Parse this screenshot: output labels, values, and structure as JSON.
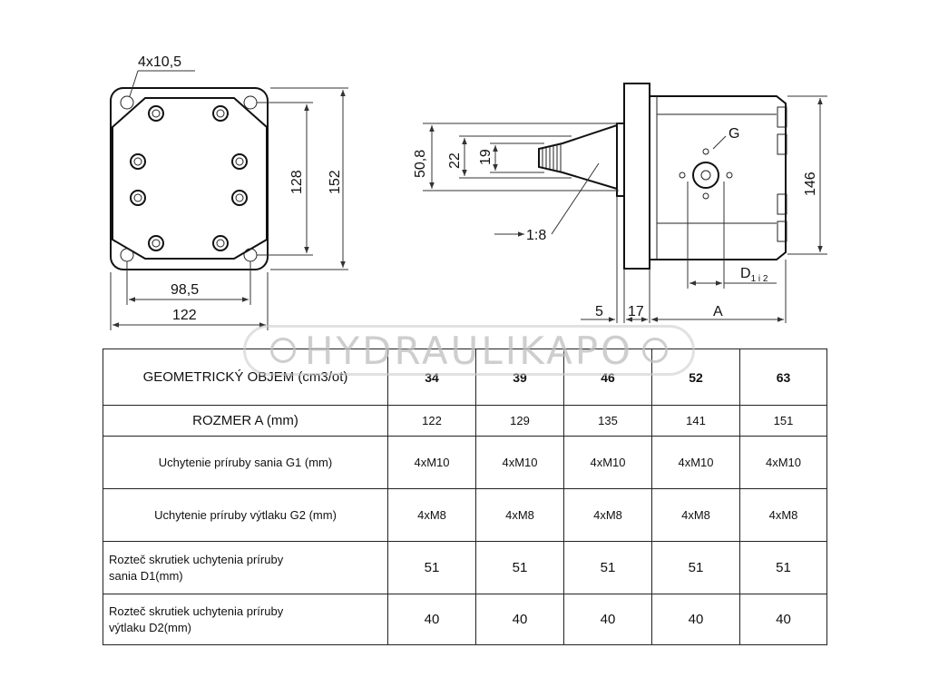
{
  "drawing": {
    "front_view": {
      "holes_label": "4x10,5",
      "dim_hole_spacing_v": "128",
      "dim_height": "152",
      "dim_hole_spacing_h": "98,5",
      "dim_width": "122"
    },
    "side_view": {
      "dim_50_8": "50,8",
      "dim_22": "22",
      "dim_19": "19",
      "taper": "1:8",
      "port": "G",
      "dim_146": "146",
      "d_label": "D",
      "d_sub": "1 i 2",
      "dim_5": "5",
      "dim_17": "17",
      "dim_a": "A"
    }
  },
  "watermark": "HYDRAULIKAPO",
  "table": {
    "header_label": "GEOMETRICKÝ OBJEM  (cm3/ot)",
    "header_values": [
      "34",
      "39",
      "46",
      "52",
      "63"
    ],
    "rows": [
      {
        "label": "ROZMER   A  (mm)",
        "values": [
          "122",
          "129",
          "135",
          "141",
          "151"
        ]
      },
      {
        "label": "Uchytenie príruby sania G1 (mm)",
        "values": [
          "4xM10",
          "4xM10",
          "4xM10",
          "4xM10",
          "4xM10"
        ]
      },
      {
        "label": "Uchytenie príruby výtlaku  G2 (mm)",
        "values": [
          "4xM8",
          "4xM8",
          "4xM8",
          "4xM8",
          "4xM8"
        ]
      },
      {
        "label_line1": "Rozteč skrutiek uchytenia príruby",
        "label_line2": "sania D1(mm)",
        "values": [
          "51",
          "51",
          "51",
          "51",
          "51"
        ]
      },
      {
        "label_line1": "Rozteč skrutiek uchytenia príruby",
        "label_line2": "výtlaku D2(mm)",
        "values": [
          "40",
          "40",
          "40",
          "40",
          "40"
        ]
      }
    ]
  }
}
